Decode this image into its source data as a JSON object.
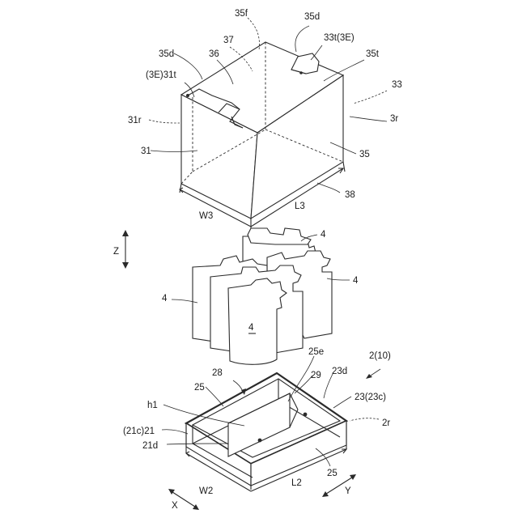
{
  "labels": {
    "l_35f": "35f",
    "l_35d_top": "35d",
    "l_33t": "33t(3E)",
    "l_37": "37",
    "l_35d_left": "35d",
    "l_36": "36",
    "l_35t": "35t",
    "l_3e31t": "(3E)31t",
    "l_33": "33",
    "l_31r": "31r",
    "l_3r": "3r",
    "l_31": "31",
    "l_35": "35",
    "l_38": "38",
    "l_w3": "W3",
    "l_l3": "L3",
    "l_z": "Z",
    "l_4_top": "4",
    "l_4_right": "4",
    "l_4_left": "4",
    "l_4_center": "4",
    "l_2_10": "2(10)",
    "l_25e": "25e",
    "l_28": "28",
    "l_29": "29",
    "l_23d": "23d",
    "l_25_top": "25",
    "l_23_23c": "23(23c)",
    "l_h1": "h1",
    "l_2r": "2r",
    "l_21c21": "(21c)21",
    "l_21d": "21d",
    "l_25_bottom": "25",
    "l_w2": "W2",
    "l_l2": "L2",
    "l_x": "X",
    "l_y": "Y"
  }
}
